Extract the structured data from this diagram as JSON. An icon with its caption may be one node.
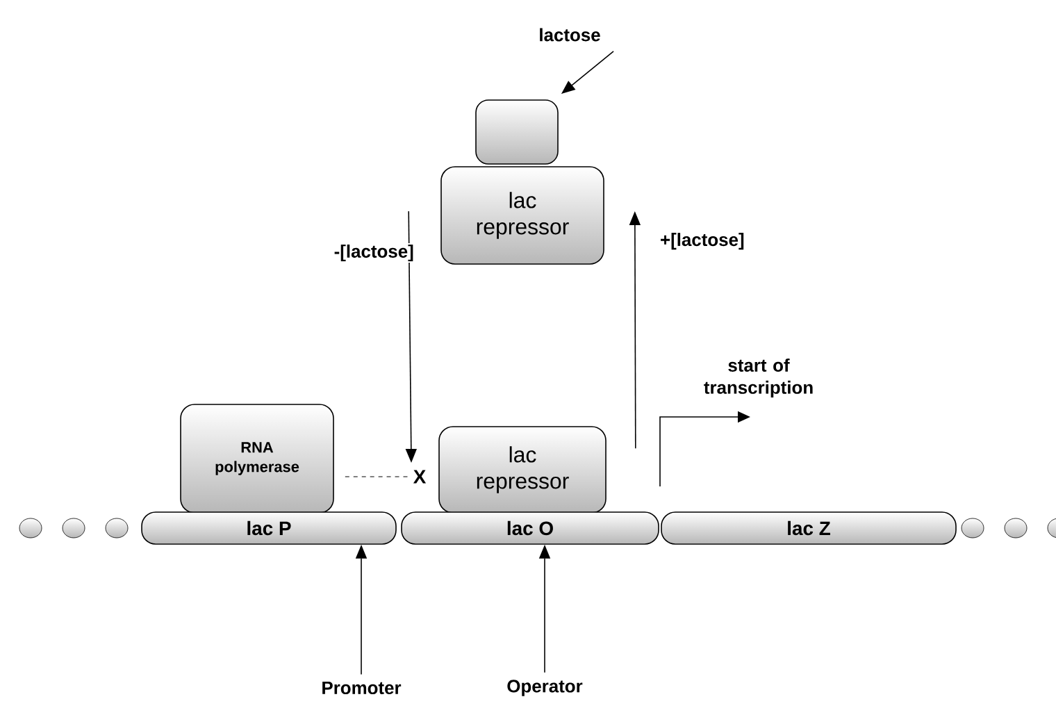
{
  "diagram": {
    "nodes": [
      {
        "text": [
          "lactose"
        ]
      },
      {
        "text": [],
        "shape": "box"
      },
      {
        "text": [
          "lac repressor"
        ]
      },
      {
        "text": [
          "X"
        ]
      },
      {
        "text": [
          "RNA polymerase"
        ]
      },
      {
        "text": [
          "lac repressor"
        ]
      },
      {
        "text": [
          "lac P"
        ]
      },
      {
        "text": [
          "lac O"
        ]
      },
      {
        "text": [
          "lac Z"
        ]
      },
      {
        "text": [
          "Promoter"
        ]
      },
      {
        "text": [
          "Operator"
        ]
      }
    ],
    "edges": [
      {
        "from": 0,
        "to": 1,
        "arrow": "to"
      },
      {
        "from": 2,
        "to": 3,
        "arrow": "to",
        "label": "-[lactose]"
      },
      {
        "from": 5,
        "to": 2,
        "arrow": "to",
        "label": "+[lactose]"
      },
      {
        "from": 4,
        "to": 3,
        "arrow": "none",
        "style": "dashed"
      },
      {
        "from": 9,
        "to": 6,
        "arrow": "to"
      },
      {
        "from": 10,
        "to": 7,
        "arrow": "to"
      }
    ],
    "labels": [
      "start of transcription"
    ]
  }
}
